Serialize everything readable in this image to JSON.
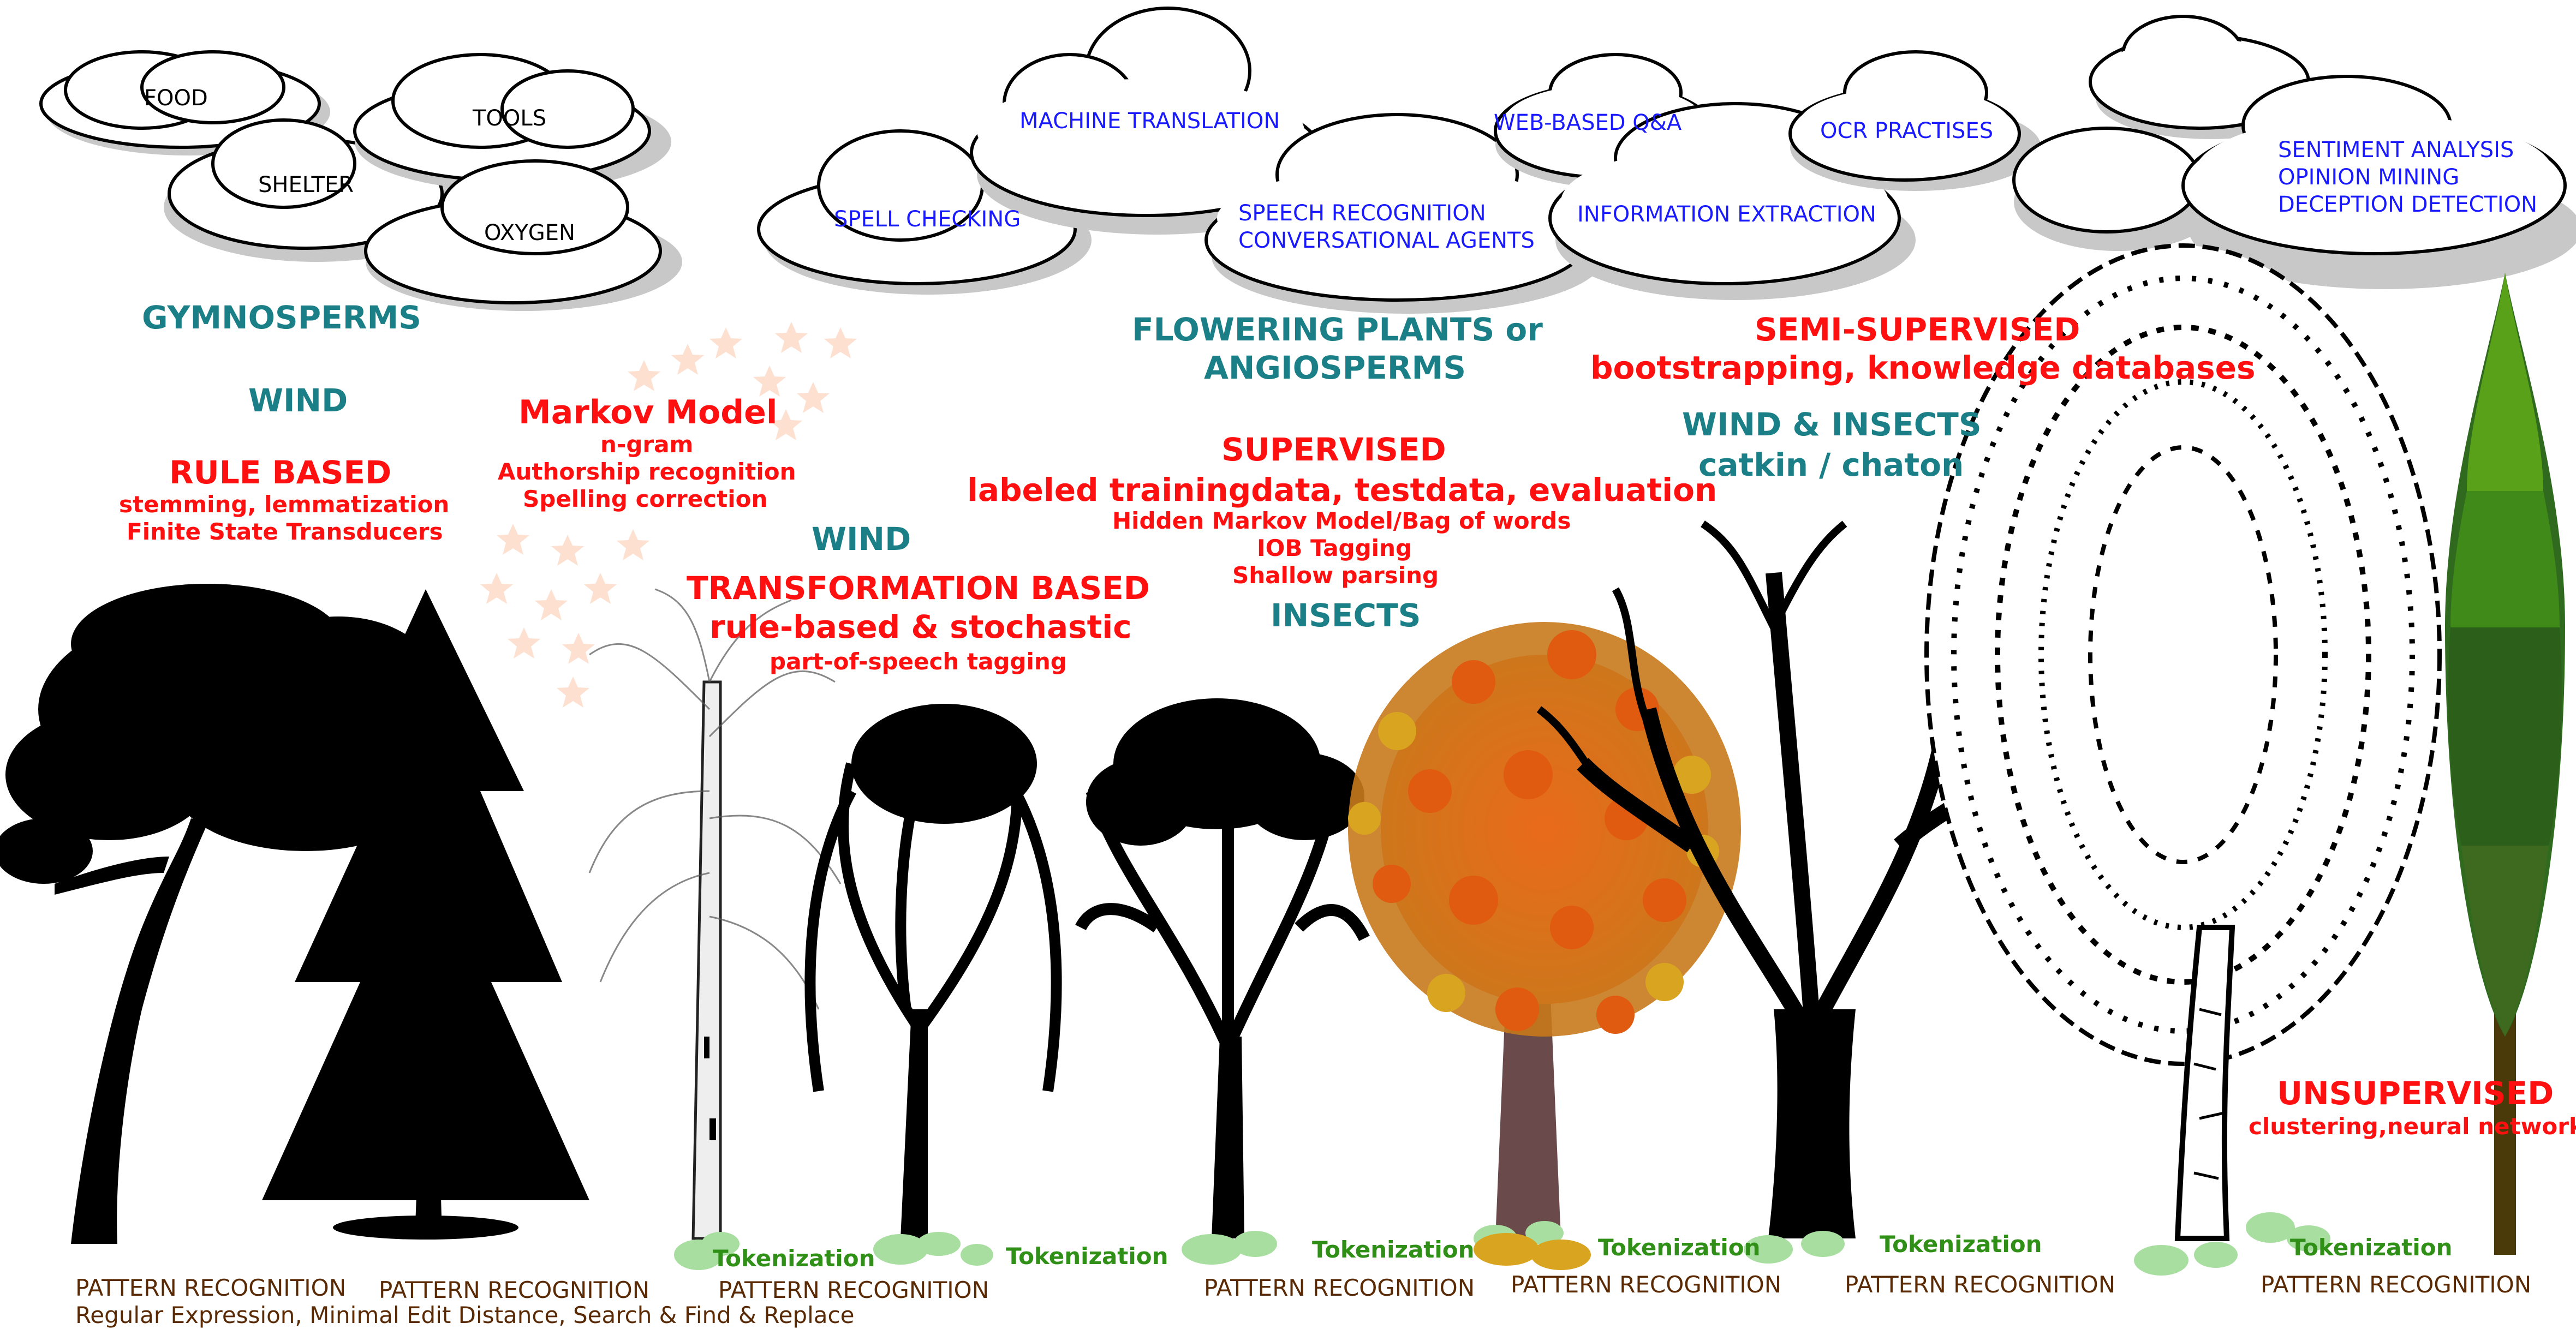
{
  "clouds": {
    "food": "FOOD",
    "tools": "TOOLS",
    "shelter": "SHELTER",
    "oxygen": "OXYGEN",
    "machine_translation": "MACHINE TRANSLATION",
    "spell_checking": "SPELL CHECKING",
    "speech_1": "SPEECH RECOGNITION",
    "speech_2": "CONVERSATIONAL AGENTS",
    "web_qa": "WEB-BASED Q&A",
    "ocr": "OCR PRACTISES",
    "information_extraction": "INFORMATION EXTRACTION",
    "sentiment": [
      "SENTIMENT ANALYSIS",
      "OPINION MINING",
      "DECEPTION DETECTION"
    ]
  },
  "labels": {
    "gymnosperms": "GYMNOSPERMS",
    "wind_1": "WIND",
    "rule_based": "RULE BASED",
    "rule_based_sub": [
      "stemming, lemmatization",
      "Finite State Transducers"
    ],
    "markov": "Markov Model",
    "markov_sub": [
      "n-gram",
      "Authorship recognition",
      "Spelling correction"
    ],
    "wind_2": "WIND",
    "transformation": "TRANSFORMATION BASED",
    "transformation_sub": "rule-based & stochastic",
    "transformation_sub2": "part-of-speech tagging",
    "flowering": [
      "FLOWERING PLANTS or",
      "ANGIOSPERMS"
    ],
    "supervised": "SUPERVISED",
    "supervised_sub": "labeled trainingdata, testdata, evaluation",
    "supervised_sub2": [
      "Hidden Markov Model/Bag of words",
      "IOB Tagging",
      "Shallow parsing"
    ],
    "insects": "INSECTS",
    "semi": "SEMI-SUPERVISED",
    "semi_sub": "bootstrapping, knowledge databases",
    "wind_insects": "WIND & INSECTS",
    "catkin": "catkin / chaton",
    "unsupervised": "UNSUPERVISED",
    "unsupervised_sub": "clustering,neural networks"
  },
  "ground": {
    "tokenization": "Tokenization",
    "pattern_recognition": "PATTERN RECOGNITION",
    "regex": "Regular Expression, Minimal Edit Distance, Search & Find & Replace"
  },
  "colors": {
    "teal": "#1a7f86",
    "red": "#ff1010",
    "green": "#2f8f16",
    "brown": "#5a2a05",
    "blue": "#1a1aff",
    "star": "#fde0d0"
  }
}
